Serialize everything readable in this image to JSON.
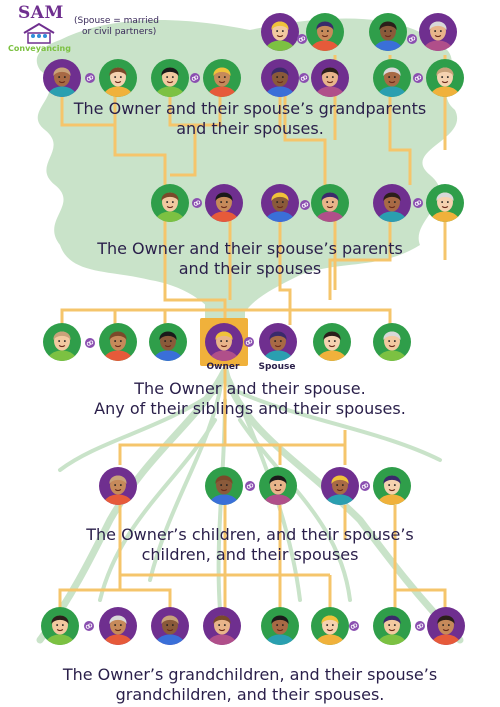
{
  "logo": {
    "title": "SAM",
    "subtitle": "Conveyancing"
  },
  "note": {
    "line1": "(Spouse = married",
    "line2": "or civil partners)"
  },
  "captions": {
    "grandparents": [
      "The Owner and their spouse’s grandparents",
      "and their spouses."
    ],
    "parents": [
      "The Owner and their spouse’s parents",
      "and their spouses"
    ],
    "owner": [
      "The Owner and their spouse.",
      "Any of their siblings and their spouses."
    ],
    "children": [
      "The Owner’s children, and their spouse’s",
      "children, and their spouses"
    ],
    "grandchildren": [
      "The Owner’s grandchildren, and their spouse’s",
      "grandchildren, and their spouses."
    ]
  },
  "labels": {
    "owner": "Owner",
    "spouse": "Spouse"
  },
  "colors": {
    "purple": "#6f2f8f",
    "green": "#2f9e4a",
    "tree": "#c9e3c9",
    "line": "#f5c56b",
    "highlight": "#f0b13b",
    "ring": "#8a4fb0"
  },
  "avatar_rows": [
    {
      "row": "top",
      "circles": [
        "purple",
        "green",
        "green",
        "purple"
      ],
      "rings": 2
    },
    {
      "row": "grandparents",
      "circles": [
        "purple",
        "green",
        "green",
        "green",
        "purple",
        "purple",
        "green",
        "green"
      ],
      "rings": 4
    },
    {
      "row": "parents",
      "circles": [
        "green",
        "purple",
        "purple",
        "green",
        "purple",
        "green"
      ],
      "rings": 3
    },
    {
      "row": "owner-siblings",
      "circles": [
        "green",
        "green",
        "green",
        "purple",
        "purple",
        "green",
        "green"
      ],
      "rings": 2
    },
    {
      "row": "children",
      "circles": [
        "purple",
        "green",
        "green",
        "purple",
        "green"
      ],
      "rings": 2
    },
    {
      "row": "grandchildren",
      "circles": [
        "green",
        "purple",
        "purple",
        "purple",
        "green",
        "green",
        "green",
        "purple"
      ],
      "rings": 3
    }
  ]
}
